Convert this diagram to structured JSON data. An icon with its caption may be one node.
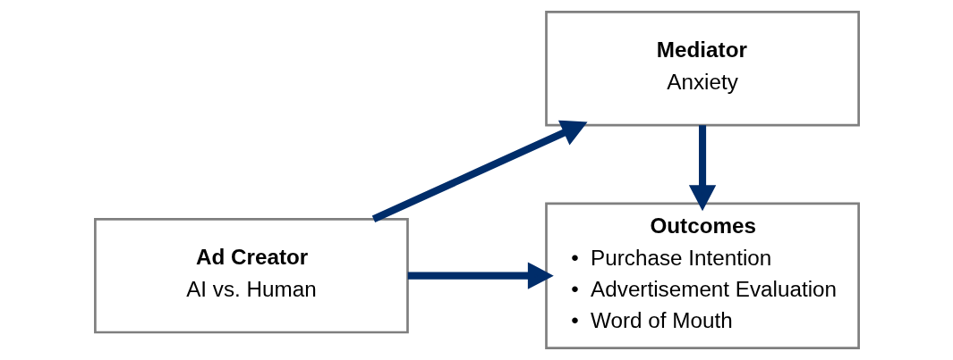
{
  "diagram": {
    "nodes": [
      {
        "text": [
          "Mediator",
          "Anxiety"
        ]
      },
      {
        "text": [
          "Ad Creator",
          "AI vs. Human"
        ]
      },
      {
        "text": [
          "Outcomes",
          "•  Purchase Intention",
          "•  Advertisement Evaluation",
          "•  Word of Mouth"
        ]
      }
    ],
    "edges": [
      {
        "from": 1,
        "to": 0,
        "arrow": "to"
      },
      {
        "from": 0,
        "to": 2,
        "arrow": "to"
      },
      {
        "from": 1,
        "to": 2,
        "arrow": "to"
      }
    ]
  }
}
